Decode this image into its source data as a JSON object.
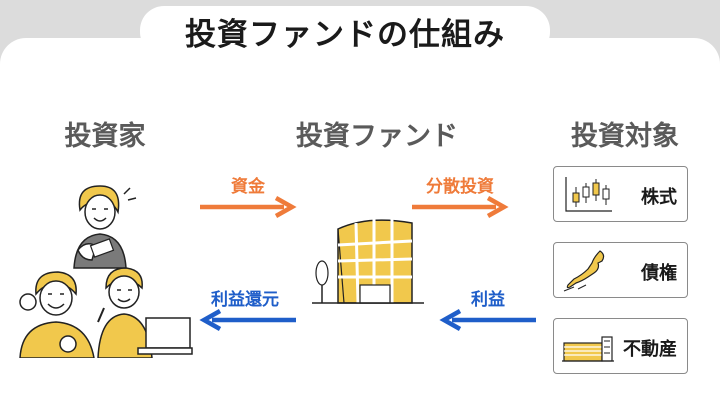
{
  "title": "投資ファンドの仕組み",
  "columns": {
    "investor": "投資家",
    "fund": "投資ファンド",
    "target": "投資対象"
  },
  "flows": {
    "capital": "資金",
    "investment": "分散投資",
    "profit": "利益",
    "profit_return": "利益還元"
  },
  "targets": [
    {
      "label": "株式",
      "icon": "candlestick-chart-icon"
    },
    {
      "label": "債権",
      "icon": "japan-map-icon"
    },
    {
      "label": "不動産",
      "icon": "building-icon"
    }
  ],
  "colors": {
    "accent_orange": "#ef7b3a",
    "accent_blue": "#1f5ec9",
    "illustration_yellow": "#f1c84c"
  }
}
